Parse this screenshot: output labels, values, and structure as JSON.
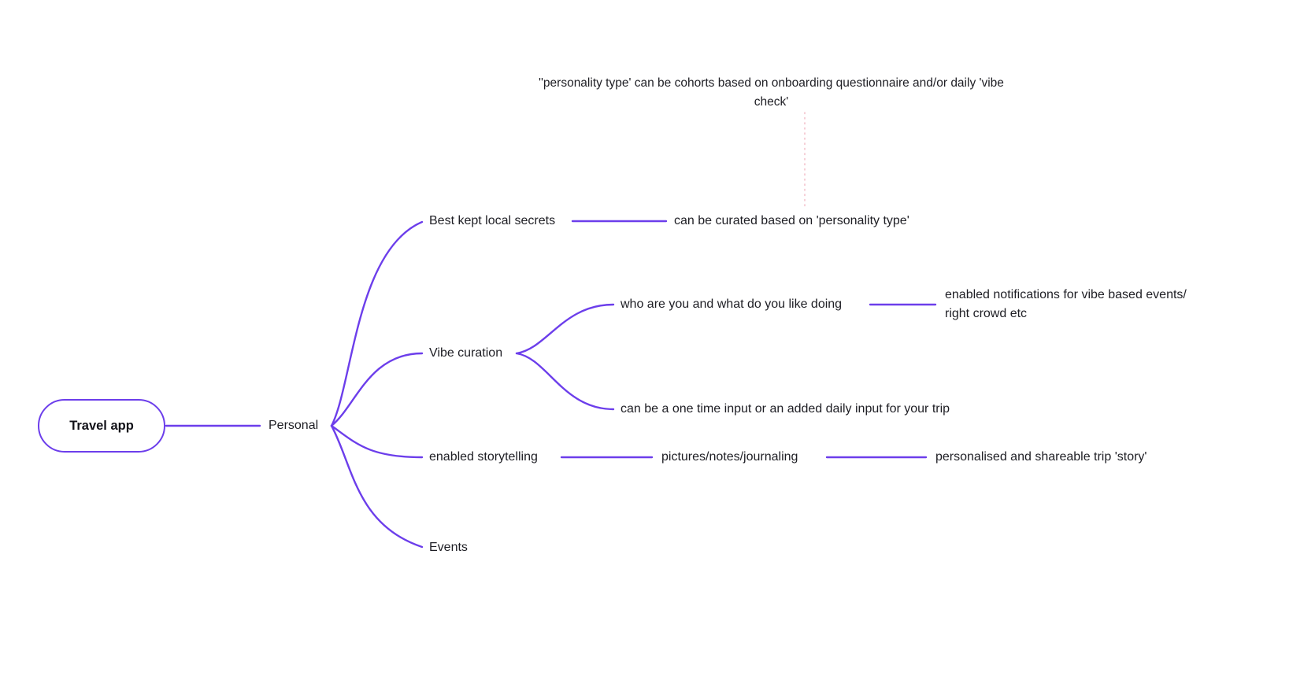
{
  "colors": {
    "branch": "#6C3EEB",
    "comment_link": "#F2BAC5",
    "text": "#1e1e24"
  },
  "mindmap": {
    "root": "Travel app",
    "nodes": {
      "personal": "Personal",
      "best_secrets": "Best kept local secrets",
      "curated": "can be curated based on 'personality type'",
      "vibe_curation": "Vibe curation",
      "who_are_you": "who are you and what do you like doing",
      "notifications": "enabled notifications for vibe based events/\nright crowd etc",
      "one_time_input": "can be a one time input or an added daily input for your trip",
      "storytelling": "enabled storytelling",
      "pictures": "pictures/notes/journaling",
      "shareable_story": "personalised and shareable trip 'story'",
      "events": "Events"
    },
    "comment": "''personality type' can be cohorts based on onboarding questionnaire and/or daily 'vibe\ncheck'"
  }
}
